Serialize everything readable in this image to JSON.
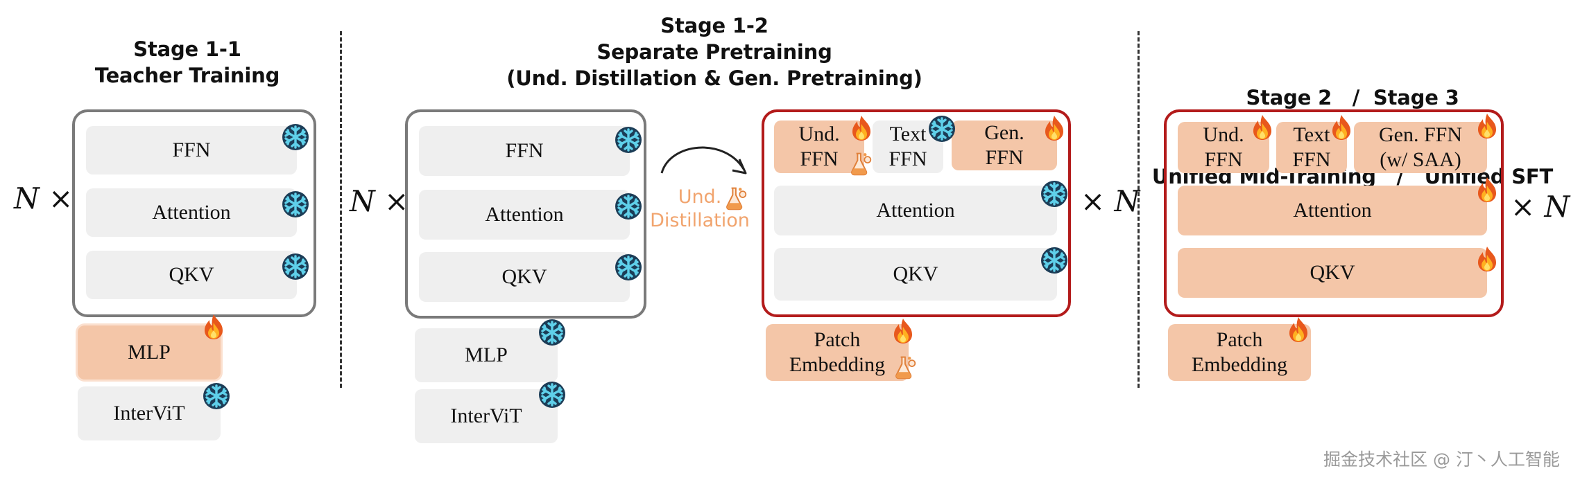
{
  "headings": {
    "stage11": {
      "line1": "Stage 1-1",
      "line2": "Teacher Training"
    },
    "stage12": {
      "line1": "Stage 1-2",
      "line2": "Separate Pretraining",
      "line3": "(Und. Distillation & Gen. Pretraining)"
    },
    "stage23": {
      "line1": "Stage 2   /  Stage 3",
      "line2": "Unified Mid-Training   /   Unified SFT"
    }
  },
  "multiplier": {
    "prefix": "N ×",
    "suffix": "× N"
  },
  "blocks": {
    "ffn": "FFN",
    "attention": "Attention",
    "qkv": "QKV",
    "mlp": "MLP",
    "intervit": "InterViT",
    "und_ffn": "Und.\nFFN",
    "text_ffn": "Text\nFFN",
    "gen_ffn": "Gen.\nFFN",
    "gen_ffn_saa": "Gen. FFN\n(w/ SAA)",
    "patch_embedding": "Patch\nEmbedding"
  },
  "distillation_label": "Und.\nDistillation",
  "icons": {
    "frozen": "snowflake-icon",
    "trainable": "fire-icon",
    "distilled": "flask-icon"
  },
  "colors": {
    "trainable_fill": "#f4c6a8",
    "frozen_fill": "#efefef",
    "frame_gray": "#7a7a7a",
    "frame_red": "#b31b1b",
    "distill_text": "#f1a46e"
  },
  "watermark": "掘金技术社区 @ 汀丶人工智能"
}
